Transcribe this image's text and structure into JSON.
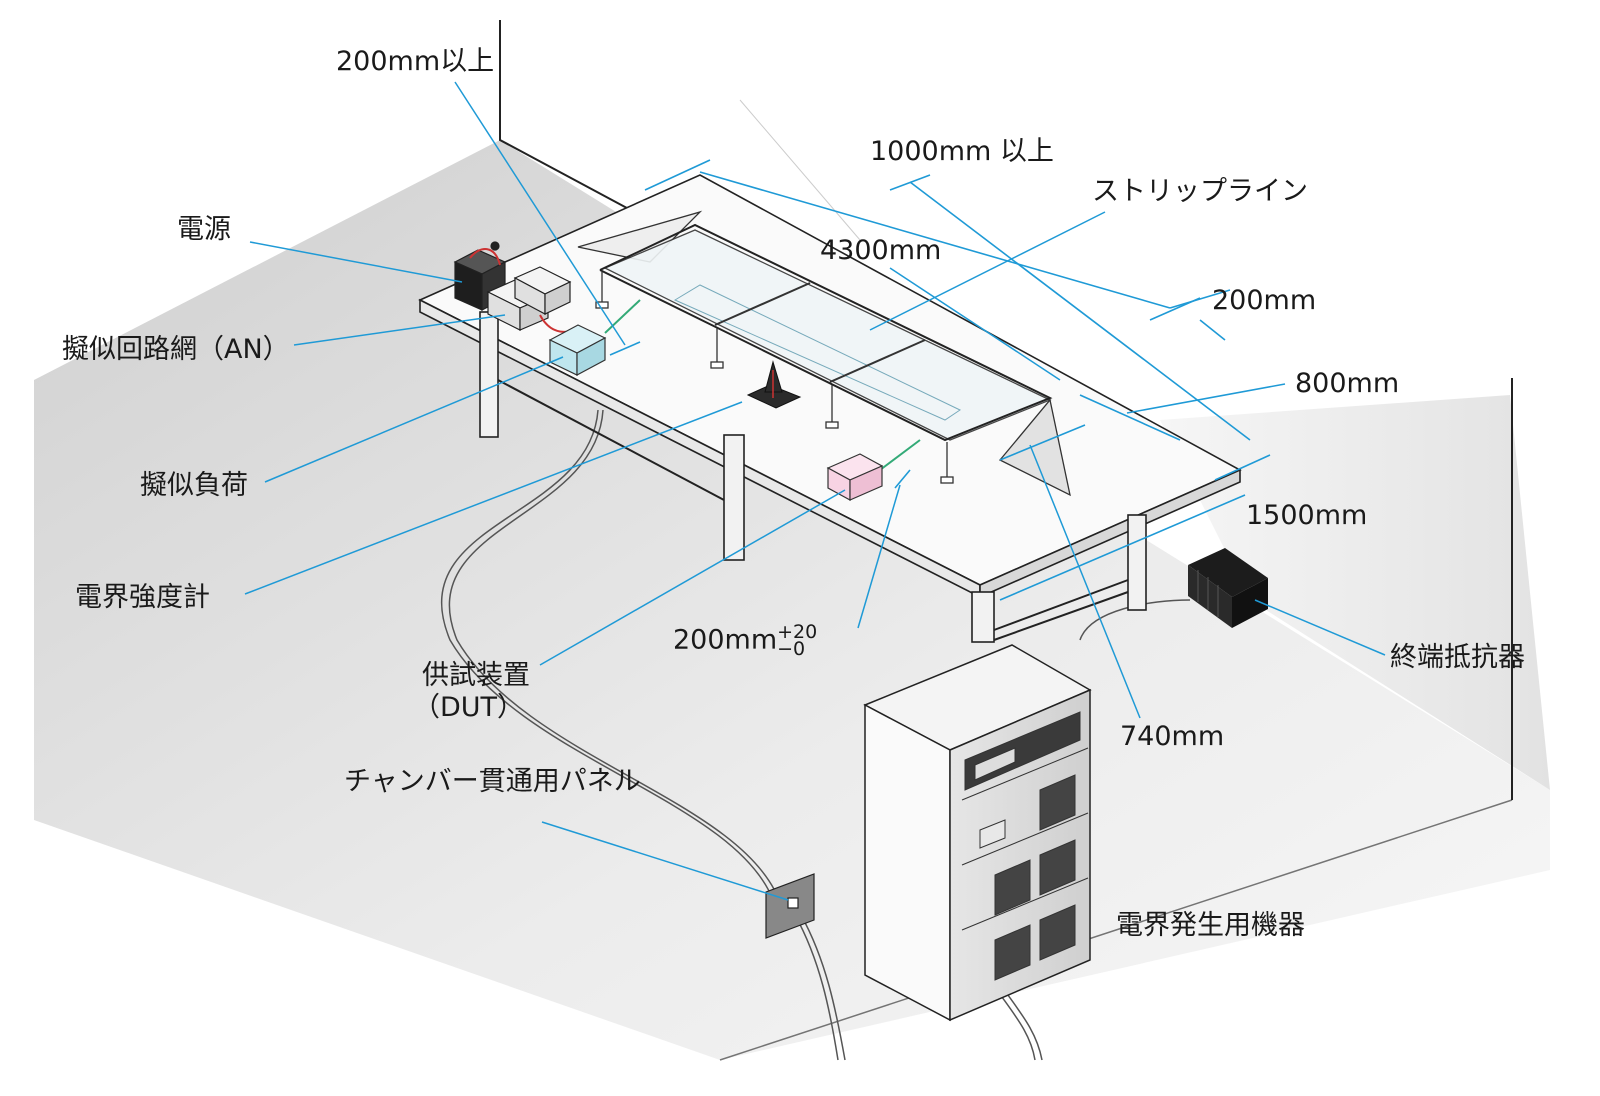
{
  "labels": {
    "min200": "200mm以上",
    "min1000": "1000mm 以上",
    "stripline": "ストリップライン",
    "len4300": "4300mm",
    "gap200": "200mm",
    "width800": "800mm",
    "width1500": "1500mm",
    "height740": "740mm",
    "power": "電源",
    "an": "擬似回路網（AN）",
    "dummyload": "擬似負荷",
    "fieldmeter": "電界強度計",
    "dutH200": "200mm",
    "tol_plus": "+20",
    "tol_minus": "−0",
    "dut_line1": "供試装置",
    "dut_line2": "（DUT）",
    "panel": "チャンバー貫通用パネル",
    "terminator": "終端抵抗器",
    "generator": "電界発生用機器"
  },
  "colors": {
    "leader": "#1f9ad6",
    "floor": "#d9d9d9",
    "wall": "#ebebeb",
    "an_box": "#bfe6ee",
    "dut_box": "#f7d3e3",
    "dark": "#2b2b2b"
  }
}
